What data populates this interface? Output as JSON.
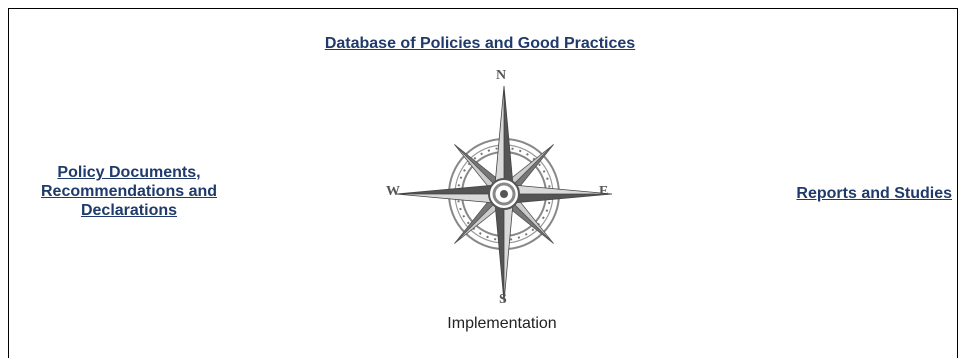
{
  "links": {
    "top": "Database of Policies and Good Practices",
    "left_line1": "Policy Documents,",
    "left_line2": "Recommendations and",
    "left_line3": "Declarations",
    "right": "Reports and Studies"
  },
  "compass": {
    "icon": "compass-rose-icon",
    "north": "N",
    "south": "S",
    "west": "W",
    "east": "E"
  },
  "caption": "Implementation",
  "colors": {
    "link": "#1f3a6b",
    "compass_dark": "#555555",
    "compass_light": "#aaaaaa"
  }
}
